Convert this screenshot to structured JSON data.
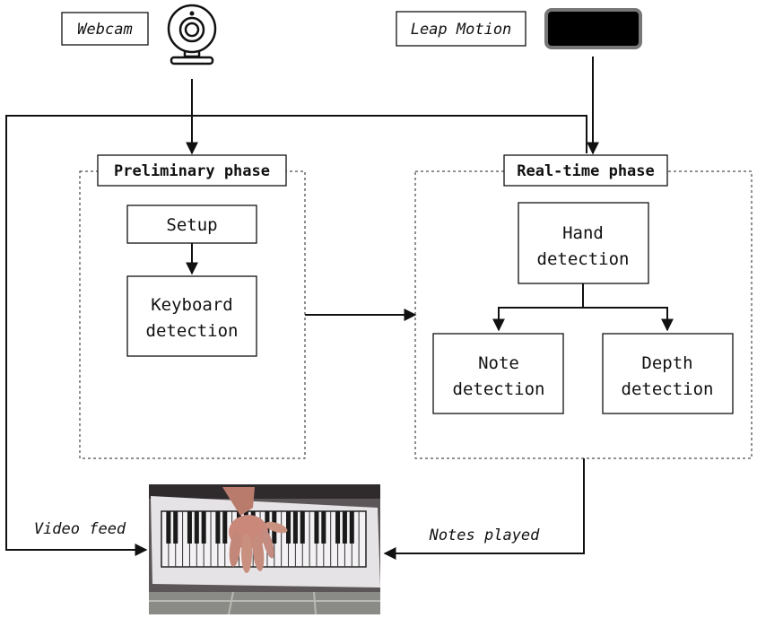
{
  "inputs": {
    "webcam_label": "Webcam",
    "webcam_icon": "webcam-icon",
    "leap_label": "Leap Motion",
    "leap_icon": "leap-motion-device-icon"
  },
  "preliminary": {
    "title": "Preliminary phase",
    "setup": "Setup",
    "keyboard_line1": "Keyboard",
    "keyboard_line2": "detection"
  },
  "realtime": {
    "title": "Real-time phase",
    "hand_line1": "Hand",
    "hand_line2": "detection",
    "note_line1": "Note",
    "note_line2": "detection",
    "depth_line1": "Depth",
    "depth_line2": "detection"
  },
  "outputs": {
    "video_feed": "Video feed",
    "notes_played": "Notes played"
  },
  "photo": {
    "subject": "hand-on-paper-piano-keyboard-photo",
    "white_keys": 29
  },
  "colors": {
    "line": "#111111",
    "leap_device": "#000000",
    "leap_border": "#777777"
  }
}
